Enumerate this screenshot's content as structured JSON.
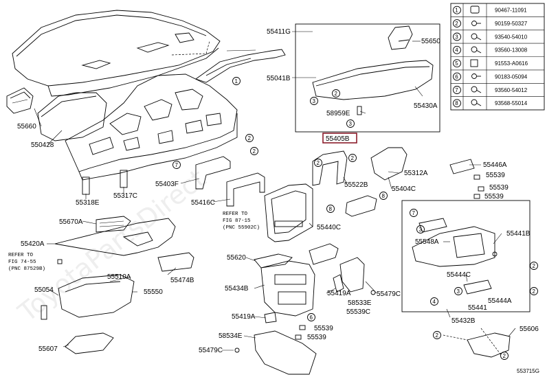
{
  "watermark": "ToyotaPartsDirect",
  "figure_id": "553715G",
  "legend": [
    {
      "num": "1",
      "part": "90467-11091"
    },
    {
      "num": "2",
      "part": "90159-50327"
    },
    {
      "num": "3",
      "part": "93540-54010"
    },
    {
      "num": "4",
      "part": "93560-13008"
    },
    {
      "num": "5",
      "part": "91553-A0616"
    },
    {
      "num": "6",
      "part": "90183-05094"
    },
    {
      "num": "7",
      "part": "93560-54012"
    },
    {
      "num": "8",
      "part": "93568-55014"
    }
  ],
  "labels": {
    "l55411G": "55411G",
    "l55650": "55650",
    "l55041B": "55041B",
    "l58959E": "58959E",
    "l55430A": "55430A",
    "l55660": "55660",
    "l55042B": "550428",
    "l55405B": "55405B",
    "l55312A": "55312A",
    "l55446A": "55446A",
    "l55539a": "55539",
    "l55539b": "55539",
    "l55539c": "55539",
    "l55403F": "55403F",
    "l55317C": "55317C",
    "l55318E": "55318E",
    "l55416C": "55416C",
    "l55522B": "55522B",
    "l55404C": "55404C",
    "l55670A": "55670A",
    "l55440C": "55440C",
    "l55441B": "55441B",
    "l55548A": "55548A",
    "l55420A": "55420A",
    "l55620": "55620",
    "l55444C": "55444C",
    "l55474B": "55474B",
    "l55510A": "55510A",
    "l55550": "55550",
    "l55434B": "55434B",
    "l55419A": "55419A",
    "l55479C": "55479C",
    "l58533E": "58533E",
    "l55539C": "55539C",
    "l55444A": "55444A",
    "l55441": "55441",
    "l55054": "55054",
    "l55419Ab": "55419A",
    "l55539d": "55539",
    "l55432B": "55432B",
    "l55606": "55606",
    "l58534E": "58534E",
    "l55539e": "55539",
    "l55607": "55607",
    "l55479Cb": "55479C"
  },
  "refs": {
    "r1_a": "REFER TO",
    "r1_b": "FIG 87-15",
    "r1_c": "(PNC 55902C)",
    "r2_a": "REFER TO",
    "r2_b": "FIG 74-55",
    "r2_c": "(PNC 87529B)"
  }
}
